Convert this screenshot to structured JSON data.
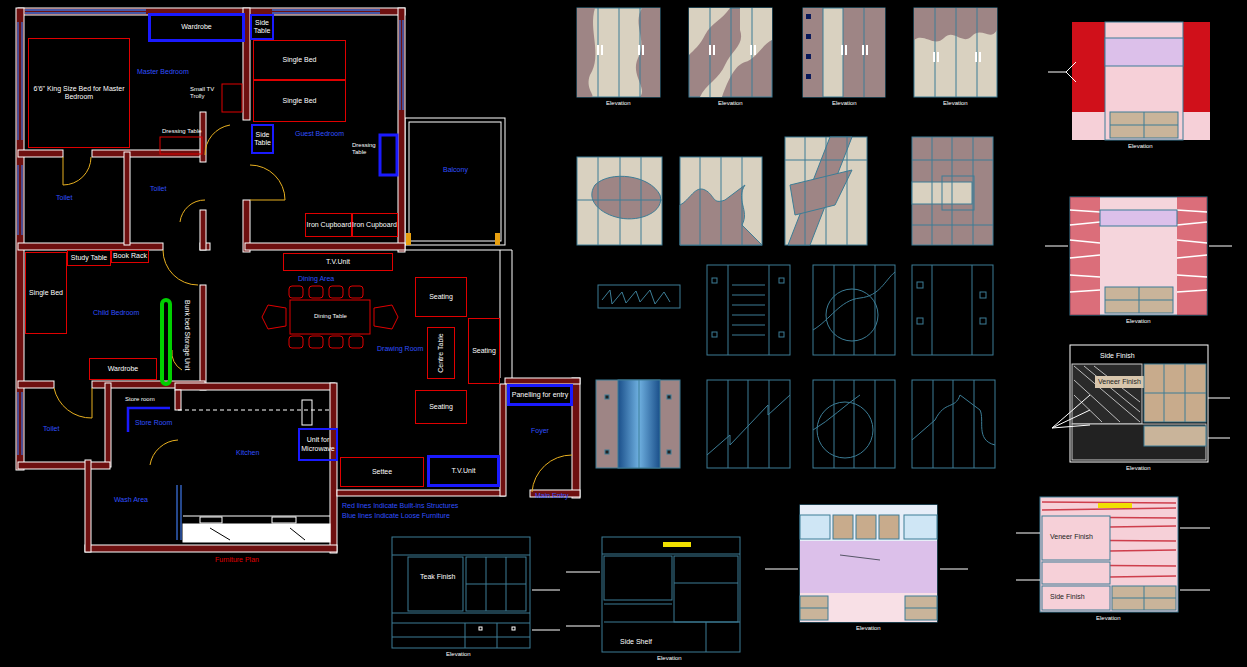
{
  "diagram": {
    "nodes": [
      {
        "text": [
          "Wardrobe"
        ]
      },
      {
        "text": [
          "Side Table"
        ]
      },
      {
        "text": [
          "6'6\" King Size Bed for Master Bedroom"
        ]
      },
      {
        "text": [
          "Single Bed"
        ]
      },
      {
        "text": [
          "Single Bed"
        ]
      },
      {
        "text": [
          "Side Table"
        ]
      },
      {
        "text": [
          "Iron Cupboard"
        ]
      },
      {
        "text": [
          "Iron Cupboard"
        ]
      },
      {
        "text": [
          "T.V.Unit"
        ]
      },
      {
        "text": [
          "Study Table"
        ]
      },
      {
        "text": [
          "Book Rack"
        ]
      },
      {
        "text": [
          "Single Bed"
        ]
      },
      {
        "text": [
          "Wardrobe"
        ]
      },
      {
        "text": [
          "Seating"
        ]
      },
      {
        "text": [
          "Centre Table"
        ]
      },
      {
        "text": [
          "Seating"
        ]
      },
      {
        "text": [
          "Seating"
        ]
      },
      {
        "text": [
          "Panelling for entry"
        ]
      },
      {
        "text": [
          "Settee"
        ]
      },
      {
        "text": [
          "T.V.Unit"
        ]
      },
      {
        "text": [
          "Unit for Microwave"
        ]
      }
    ],
    "labels": [
      "Master Bedroom",
      "Small TV Trolly",
      "Dressing Table",
      "Guest Bedroom",
      "Dressing Table",
      "Balcony",
      "Toilet",
      "Toilet",
      "Dining Area",
      "Dining Table",
      "Child Bedroom",
      "Bunk bed Storage Unit",
      "Toilet",
      "Store room",
      "Store Room",
      "Kitchen",
      "Wash Area",
      "Drawing Room",
      "Foyer",
      "Main Entry",
      "Red lines Indicate Built-ins Structures",
      "Blue lines Indicate Loose Furniture",
      "Furniture Plan",
      "Teak Finish",
      "Side Shelf",
      "Side Finish",
      "Veneer Finish",
      "Veneer Finish",
      "Side Finish",
      "Elevation",
      "Elevation",
      "Elevation",
      "Elevation",
      "Elevation",
      "Elevation",
      "Elevation",
      "Elevation",
      "Elevation",
      "Elevation",
      "Elevation"
    ]
  }
}
